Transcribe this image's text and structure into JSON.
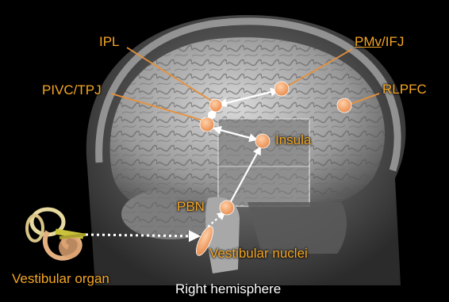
{
  "labels": {
    "ipl": "IPL",
    "pmv_prefix": "PMv",
    "pmv_suffix": "/IFJ",
    "rlpfc": "RLPFC",
    "pivc": "PIVC/TPJ",
    "insula": "Insula",
    "pbn": "PBN",
    "vestibular_nuclei": "Vestibular nuclei",
    "vestibular_organ": "Vestibular organ"
  },
  "caption": "Right hemisphere",
  "colors": {
    "label": "#f5a623",
    "node": "#f4a66b",
    "leader": "#e8913a",
    "arrow": "#ffffff",
    "caption": "#ffffff"
  }
}
